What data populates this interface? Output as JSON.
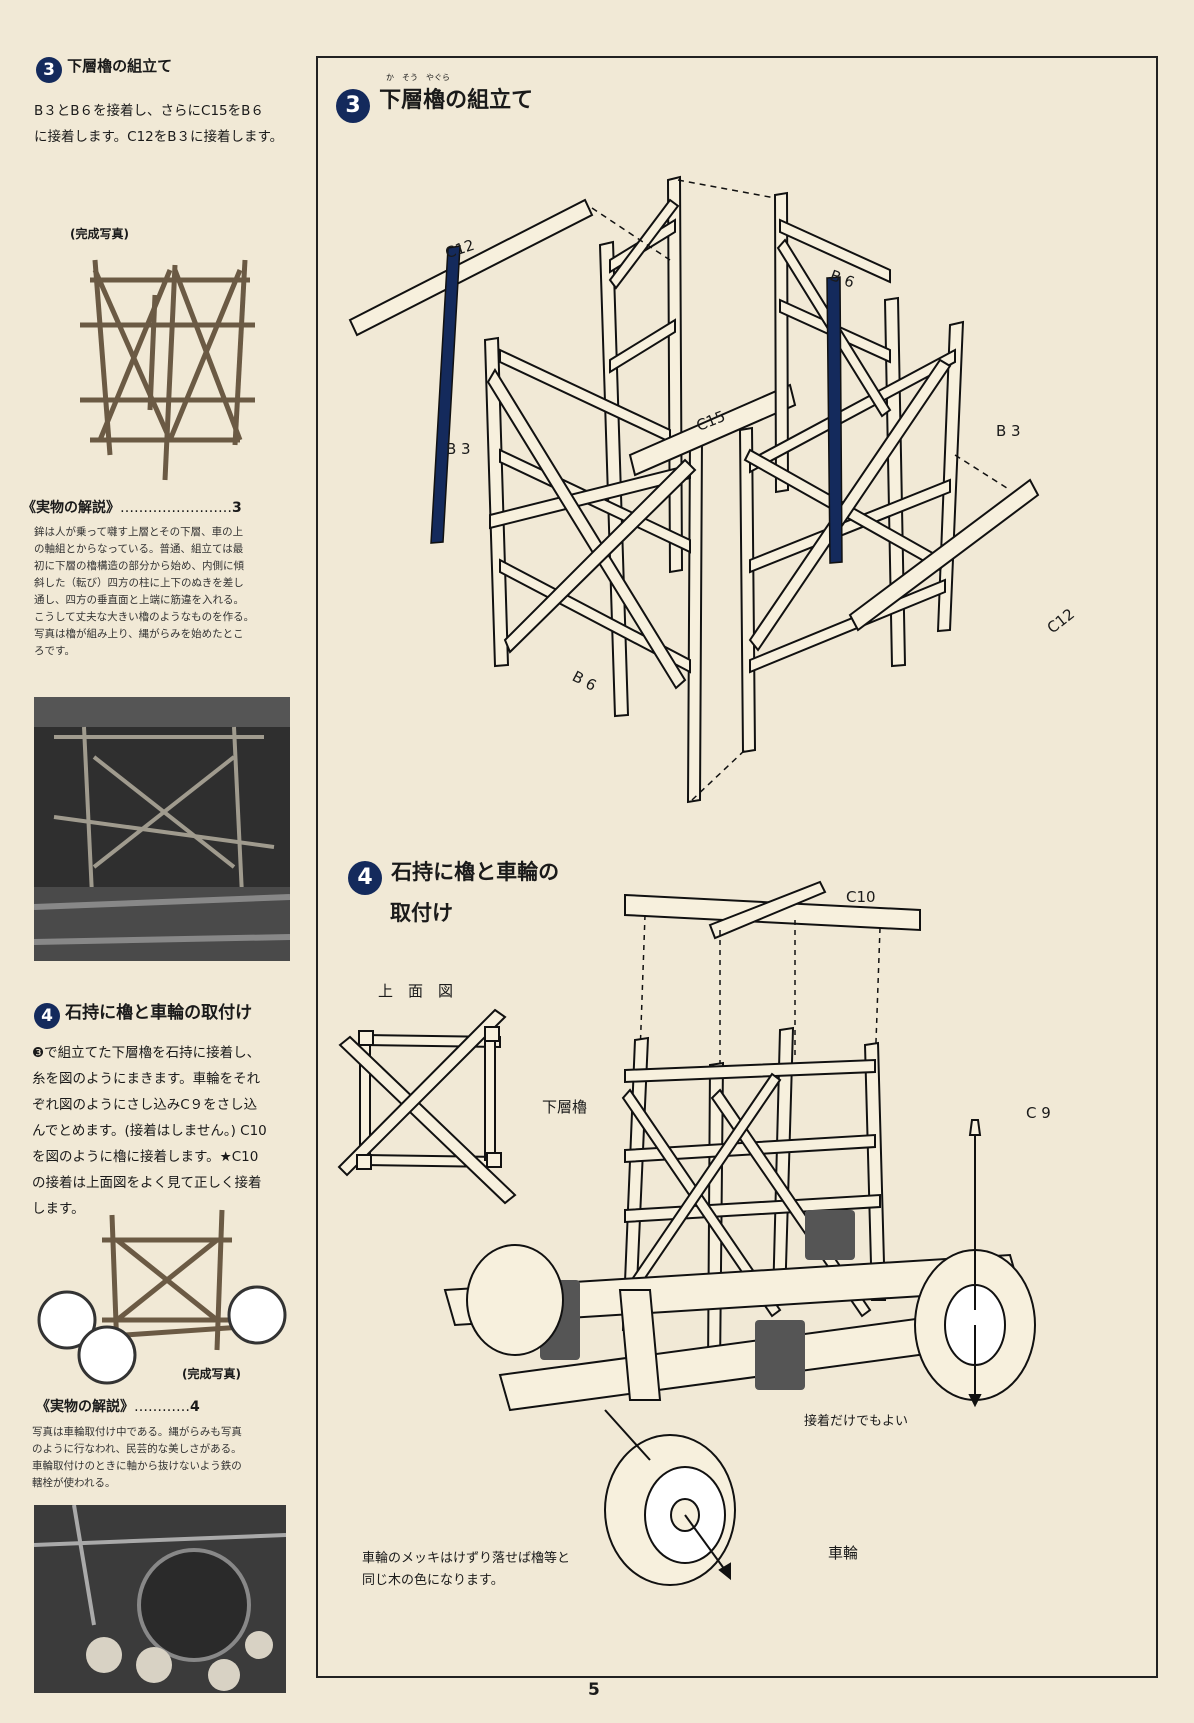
{
  "left": {
    "sec3": {
      "num": "3",
      "title": "下層櫓の組立て",
      "text1": "B３とB６を接着し、さらにC15をB６",
      "text2": "に接着します。C12をB３に接着します。"
    },
    "photo1_caption": "(完成写真)",
    "expl3": {
      "title": "《実物の解説》",
      "dots": "……………………",
      "num": "3",
      "lines": [
        "鉾は人が乗って囃す上層とその下層、車の上",
        "の軸組とからなっている。普通、組立ては最",
        "初に下層の櫓構造の部分から始め、内側に傾",
        "斜した（転び）四方の柱に上下のぬきを差し",
        "通し、四方の垂直面と上端に筋違を入れる。",
        "こうして丈夫な大きい櫓のようなものを作る。",
        "写真は櫓が組み上り、縄がらみを始めたとこ",
        "ろです。"
      ]
    },
    "sec4": {
      "num": "4",
      "title": "石持に櫓と車輪の取付け",
      "lines": [
        "❸で組立てた下層櫓を石持に接着し、",
        "糸を図のようにまきます。車輪をそれ",
        "ぞれ図のようにさし込みC９をさし込",
        "んでとめます。(接着はしません。) C10",
        "を図のように櫓に接着します。★C10",
        "の接着は上面図をよく見て正しく接着",
        "します。"
      ]
    },
    "photo2_caption": "(完成写真)",
    "expl4": {
      "title": "《実物の解説》",
      "dots": "…………",
      "num": "4",
      "lines": [
        "写真は車輪取付け中である。縄がらみも写真",
        "のように行なわれ、民芸的な美しさがある。",
        "車輪取付けのときに軸から抜けないよう鉄の",
        "轄栓が使われる。"
      ]
    }
  },
  "main": {
    "sec3": {
      "num": "3",
      "ruby": "か　そう　やぐら",
      "title": "下層櫓の組立て"
    },
    "labels3": {
      "c12_top": "C12",
      "b6_top": "B 6",
      "b3_left": "B 3",
      "c15": "C15",
      "b3_right": "B 3",
      "b6_bottom": "B 6",
      "c12_right": "C12"
    },
    "sec4": {
      "num": "4",
      "title1": "石持に櫓と車輪の",
      "title2": "取付け"
    },
    "labels4": {
      "c10": "C10",
      "top_view": "上　面　図",
      "lower_tower": "下層櫓",
      "c9": "C 9",
      "glue_only": "接着だけでもよい",
      "wheel": "車輪",
      "note1": "車輪のメッキはけずり落せば櫓等と",
      "note2": "同じ木の色になります。"
    }
  },
  "page_number": "5",
  "colors": {
    "accent_navy": "#142a5c",
    "paper": "#f1e9d6"
  }
}
